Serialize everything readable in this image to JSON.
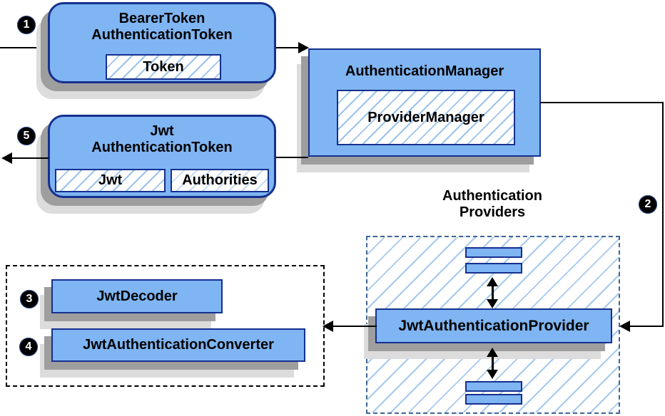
{
  "colors": {
    "box_fill": "#7fb5f2",
    "box_border": "#15308f",
    "hatch_strong": "#9cc3ec",
    "hatch_light": "#c9dcf4",
    "hatch_area": "#a5c9ee",
    "dash_blue": "#3e6596",
    "shadow_dark": "#9e9e9e",
    "shadow_light": "#dcdcdc",
    "line": "#000000"
  },
  "bearer_box": {
    "line1": "BearerToken",
    "line2": "AuthenticationToken",
    "token": "Token"
  },
  "auth_manager": {
    "title": "AuthenticationManager",
    "provider_manager": "ProviderManager"
  },
  "jwt_box": {
    "line1": "Jwt",
    "line2": "AuthenticationToken",
    "jwt": "Jwt",
    "authorities": "Authorities"
  },
  "providers": {
    "label1": "Authentication",
    "label2": "Providers",
    "jwt_provider": "JwtAuthenticationProvider"
  },
  "converters": {
    "decoder": "JwtDecoder",
    "converter": "JwtAuthenticationConverter"
  },
  "badges": {
    "one": "1",
    "two": "2",
    "three": "3",
    "four": "4",
    "five": "5"
  }
}
